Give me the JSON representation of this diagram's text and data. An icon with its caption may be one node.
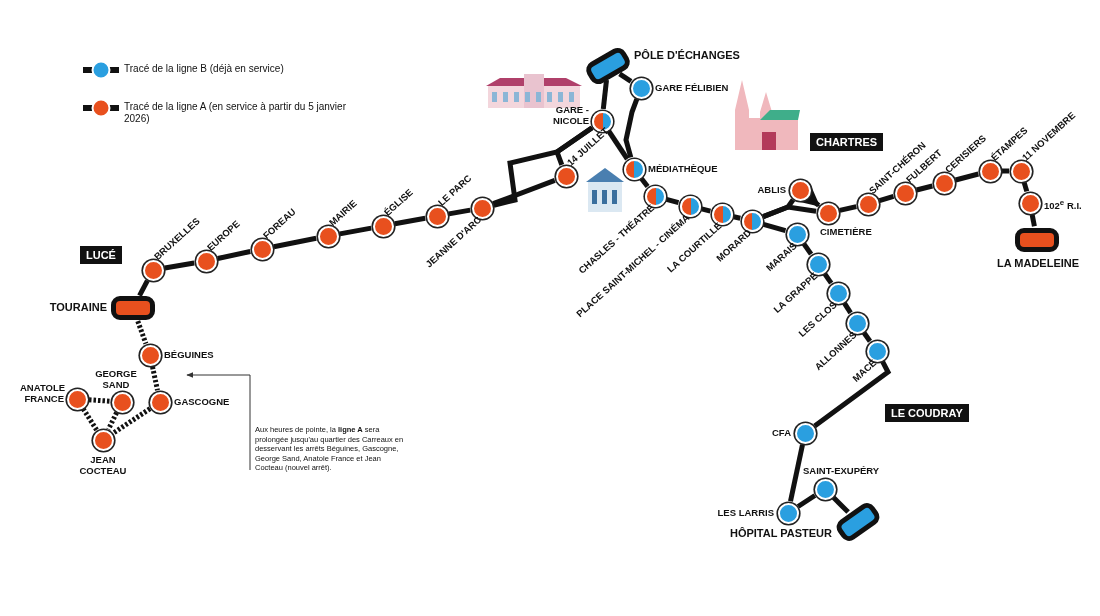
{
  "diagram": {
    "nodes": [
      {
        "text": [
          "PÔLE D'ÉCHANGES"
        ]
      },
      {
        "text": [
          "GARE FÉLIBIEN"
        ]
      },
      {
        "text": [
          "GARE - NICOLE"
        ]
      },
      {
        "text": [
          "CHARTRES"
        ]
      },
      {
        "text": [
          "14 JUILLET"
        ]
      },
      {
        "text": [
          "MÉDIATHÈQUE"
        ]
      },
      {
        "text": [
          "ABLIS"
        ]
      },
      {
        "text": [
          "SAINT-CHÉRON"
        ]
      },
      {
        "text": [
          "FULBERT"
        ]
      },
      {
        "text": [
          "CERISIERS"
        ]
      },
      {
        "text": [
          "ÉTAMPES"
        ]
      },
      {
        "text": [
          "11 NOVEMBRE"
        ]
      },
      {
        "text": [
          "102$^{e}$ R.I."
        ]
      },
      {
        "text": [
          "CIMETIÈRE"
        ]
      },
      {
        "text": [
          "LUCÉ"
        ]
      },
      {
        "text": [
          "BRUXELLES"
        ]
      },
      {
        "text": [
          "EUROPE"
        ]
      },
      {
        "text": [
          "FOREAU"
        ]
      },
      {
        "text": [
          "MAIRIE"
        ]
      },
      {
        "text": [
          "ÉGLISE"
        ]
      },
      {
        "text": [
          "LE PARC"
        ]
      },
      {
        "text": [
          "JEANNE D'ARC"
        ]
      },
      {
        "text": [
          "CHASLES - THÉATRE"
        ]
      },
      {
        "text": [
          "PLACE SAINT-MICHEL - CINÉMA"
        ]
      },
      {
        "text": [
          "LA COURTILLE"
        ]
      },
      {
        "text": [
          "MORARD"
        ]
      },
      {
        "text": [
          "MARAIS"
        ]
      },
      {
        "text": [
          "LA GRAPPE"
        ]
      },
      {
        "text": [
          "LES CLOS"
        ]
      },
      {
        "text": [
          "ALLONNES"
        ]
      },
      {
        "text": [
          "MACÉ"
        ]
      },
      {
        "text": [
          "LA MADELEINE"
        ]
      },
      {
        "text": [
          "TOURAINE"
        ]
      },
      {
        "text": [
          "BÉGUINES"
        ]
      },
      {
        "text": [
          "GEORGE SAND"
        ]
      },
      {
        "text": [
          "ANATOLE FRANCE"
        ]
      },
      {
        "text": [
          "GASCOGNE"
        ]
      },
      {
        "text": [
          "JEAN COCTEAU"
        ]
      },
      {
        "text": [
          "LE COUDRAY"
        ]
      },
      {
        "text": [
          "CFA"
        ]
      },
      {
        "text": [
          "Aux heures de pointe, la **ligne A** sera prolongée jusqu'au quartier des Carreaux en desservant les arrêts Béguines, Gascogne, George Sand, Anatole France et Jean Cocteau (nouvel arrêt)."
        ]
      },
      {
        "text": [
          "SAINT-EXUPÉRY"
        ]
      },
      {
        "text": [
          "LES LARRIS"
        ]
      },
      {
        "text": [
          "HÔPITAL PASTEUR"
        ]
      }
    ],
    "edges": [
      {
        "from": 0,
        "to": 2,
        "arrow": "none"
      },
      {
        "from": 0,
        "to": 1,
        "arrow": "none"
      },
      {
        "from": 1,
        "to": 5,
        "arrow": "none"
      },
      {
        "from": 2,
        "to": 5,
        "arrow": "none"
      },
      {
        "from": 2,
        "to": 4,
        "arrow": "none"
      },
      {
        "from": 2,
        "to": 21,
        "arrow": "none"
      },
      {
        "from": 4,
        "to": 21,
        "arrow": "none"
      },
      {
        "from": 5,
        "to": 22,
        "arrow": "none"
      },
      {
        "from": 22,
        "to": 23,
        "arrow": "none"
      },
      {
        "from": 23,
        "to": 24,
        "arrow": "none"
      },
      {
        "from": 24,
        "to": 25,
        "arrow": "none"
      },
      {
        "from": 25,
        "to": 6,
        "arrow": "none"
      },
      {
        "from": 6,
        "to": 13,
        "arrow": "to"
      },
      {
        "from": 13,
        "to": 25,
        "arrow": "none"
      },
      {
        "from": 13,
        "to": 7,
        "arrow": "none"
      },
      {
        "from": 7,
        "to": 8,
        "arrow": "none"
      },
      {
        "from": 8,
        "to": 9,
        "arrow": "none"
      },
      {
        "from": 9,
        "to": 10,
        "arrow": "none"
      },
      {
        "from": 10,
        "to": 11,
        "arrow": "none"
      },
      {
        "from": 11,
        "to": 12,
        "arrow": "none"
      },
      {
        "from": 12,
        "to": 31,
        "arrow": "none"
      },
      {
        "from": 25,
        "to": 26,
        "arrow": "none"
      },
      {
        "from": 26,
        "to": 27,
        "arrow": "none"
      },
      {
        "from": 27,
        "to": 28,
        "arrow": "none"
      },
      {
        "from": 28,
        "to": 29,
        "arrow": "none"
      },
      {
        "from": 29,
        "to": 30,
        "arrow": "none"
      },
      {
        "from": 30,
        "to": 39,
        "arrow": "none"
      },
      {
        "from": 39,
        "to": 42,
        "arrow": "none"
      },
      {
        "from": 42,
        "to": 41,
        "arrow": "none"
      },
      {
        "from": 41,
        "to": 43,
        "arrow": "none"
      },
      {
        "from": 21,
        "to": 20,
        "arrow": "none"
      },
      {
        "from": 20,
        "to": 19,
        "arrow": "none"
      },
      {
        "from": 19,
        "to": 18,
        "arrow": "none"
      },
      {
        "from": 18,
        "to": 17,
        "arrow": "none"
      },
      {
        "from": 17,
        "to": 16,
        "arrow": "none"
      },
      {
        "from": 16,
        "to": 15,
        "arrow": "none"
      },
      {
        "from": 15,
        "to": 32,
        "arrow": "none"
      },
      {
        "from": 32,
        "to": 33,
        "arrow": "none",
        "style": "dashed"
      },
      {
        "from": 33,
        "to": 36,
        "arrow": "none",
        "style": "dashed"
      },
      {
        "from": 36,
        "to": 37,
        "arrow": "none",
        "style": "dashed"
      },
      {
        "from": 37,
        "to": 35,
        "arrow": "none",
        "style": "dashed"
      },
      {
        "from": 35,
        "to": 34,
        "arrow": "none",
        "style": "dashed"
      },
      {
        "from": 34,
        "to": 37,
        "arrow": "none",
        "style": "dashed"
      },
      {
        "from": 40,
        "to": 33,
        "arrow": "to"
      }
    ],
    "legend": [
      {
        "text": "Tracé de la ligne B (déjà en service)",
        "color": "#2a9fe0"
      },
      {
        "text": "Tracé de la ligne A (en service à partir du 5 janvier 2026)",
        "color": "#e8501e"
      }
    ]
  }
}
